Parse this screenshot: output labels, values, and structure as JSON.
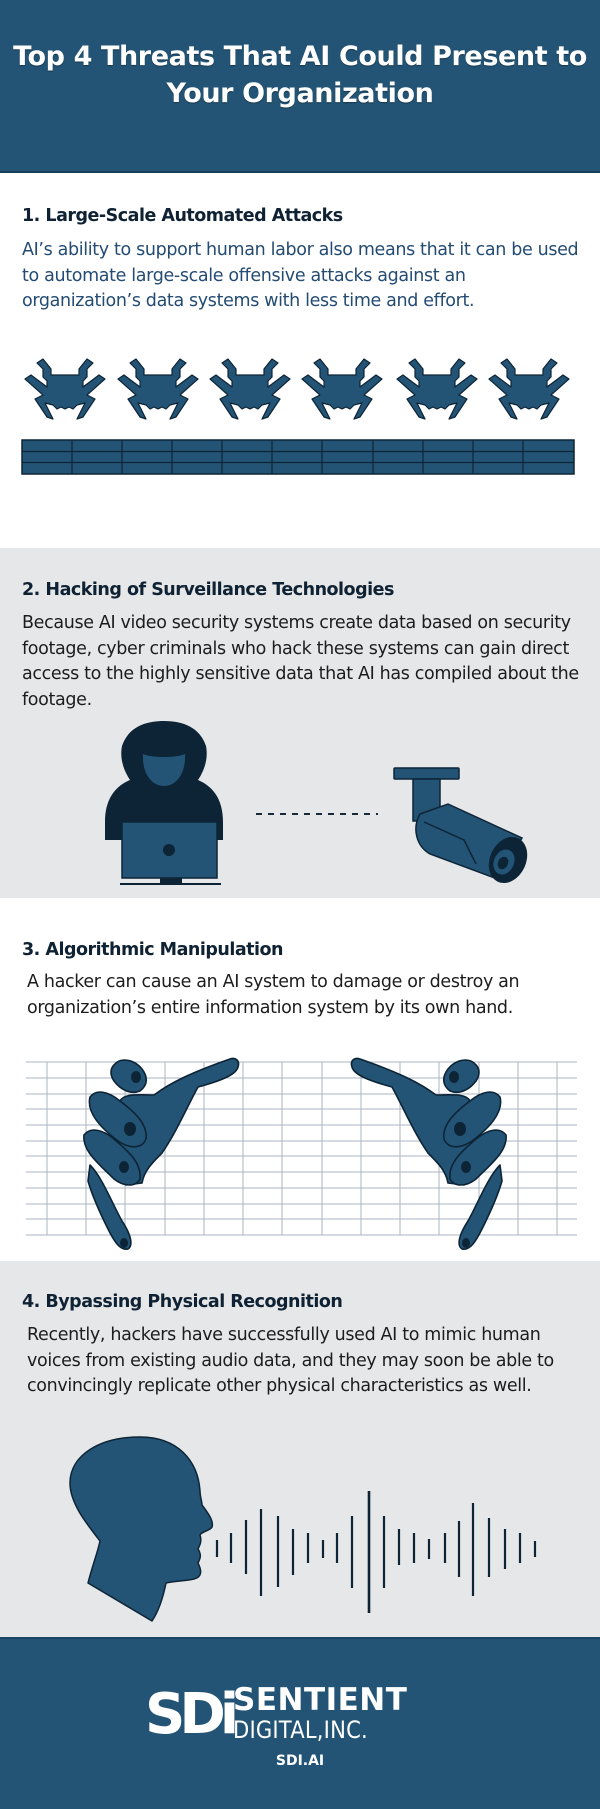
{
  "header": {
    "title": "Top 4 Threats That AI Could Present to Your Organization",
    "background_color": "#235475"
  },
  "sections": [
    {
      "title": "1. Large-Scale Automated Attacks",
      "body": "AI’s ability to support human labor also means that it can be used to automate large-scale offensive attacks against an organization’s data systems with less time and effort.",
      "illustration": "bug-icons-over-data-grid",
      "bug_count": 6
    },
    {
      "title": "2. Hacking of Surveillance Technologies",
      "body": "Because AI video security systems create data based on security footage, cyber criminals who hack these systems can gain direct access to the highly sensitive data that AI has compiled about the footage.",
      "illustration": "hacker-connected-to-security-camera"
    },
    {
      "title": "3. Algorithmic Manipulation",
      "body": "A hacker can cause an AI system to damage or destroy an organization’s entire information system by its own hand.",
      "illustration": "hands-grasping-grid"
    },
    {
      "title": "4. Bypassing Physical Recognition",
      "body": "Recently, hackers have successfully used AI to mimic human voices from existing audio data, and they may soon be able to convincingly replicate other physical characteristics as well.",
      "illustration": "head-profile-with-sound-wave"
    }
  ],
  "footer": {
    "logo_mark": "SDi",
    "logo_name": "SENTIENT",
    "logo_sub": "DIGITAL,INC.",
    "url": "SDI.AI"
  },
  "colors": {
    "primary_blue": "#235475",
    "dark_navy": "#0d2436",
    "light_gray_bg": "#e6e7e9",
    "grid_line": "#aab5c0"
  }
}
